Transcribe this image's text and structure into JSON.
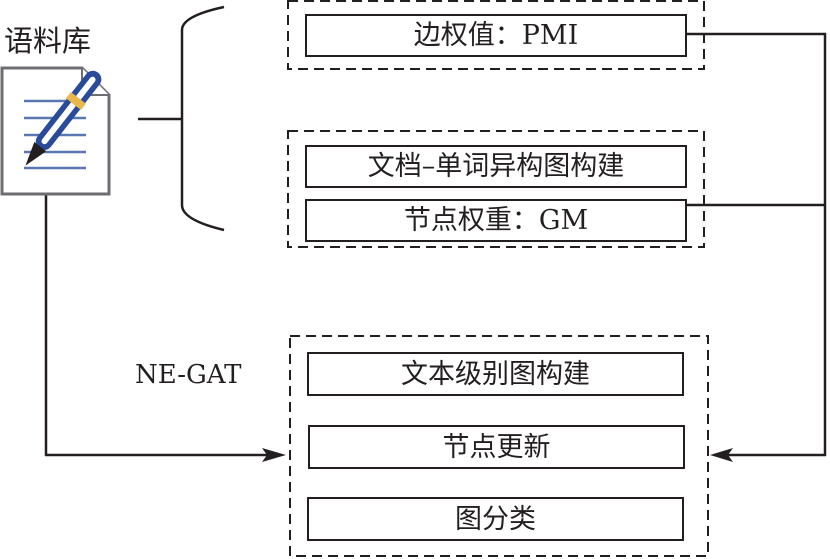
{
  "diagram": {
    "corpus_label": "语料库",
    "corpus_icon": "document-with-pen-icon",
    "model_label": "NE-GAT",
    "group1": {
      "items": [
        "边权值：PMI"
      ]
    },
    "group2": {
      "items": [
        "文档–单词异构图构建",
        "节点权重：GM"
      ]
    },
    "group3": {
      "items": [
        "文本级别图构建",
        "节点更新",
        "图分类"
      ]
    },
    "colors": {
      "line": "#231f20",
      "pen_blue": "#2a4a9a",
      "pen_band": "#e8b84a",
      "doc_lines": "#5a78b0",
      "doc_border": "#6d6e71"
    }
  }
}
